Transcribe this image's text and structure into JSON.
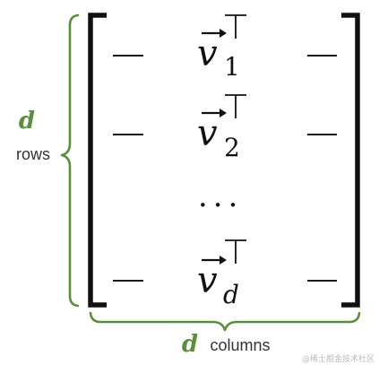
{
  "matrix": {
    "rows": [
      {
        "vector": "v",
        "subscript": "1",
        "subscript_italic": false
      },
      {
        "vector": "v",
        "subscript": "2",
        "subscript_italic": false
      },
      {
        "ellipsis": "···"
      },
      {
        "vector": "v",
        "subscript": "d",
        "subscript_italic": true
      }
    ],
    "row_dash": "—"
  },
  "rows_annotation": {
    "variable": "d",
    "label": "rows"
  },
  "columns_annotation": {
    "variable": "d",
    "label": "columns"
  },
  "watermark": "@稀土掘金技术社区",
  "colors": {
    "brace": "#5b8f3e",
    "ink": "#111111"
  }
}
